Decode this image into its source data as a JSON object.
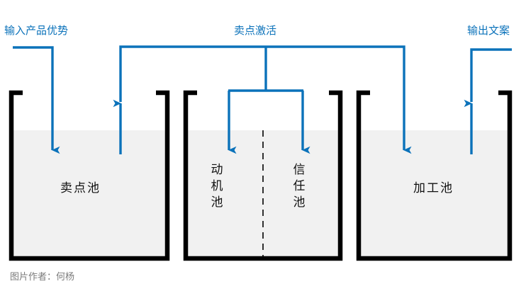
{
  "diagram": {
    "title_hidden": "",
    "accent_color": "#0b72ba",
    "tank_stroke_color": "#000000",
    "tank_fill_color": "#f1f1f1",
    "credit_color": "#7b7b7b",
    "flow_labels": {
      "input": "输入产品优势",
      "activate": "卖点激活",
      "output": "输出文案"
    },
    "tanks": [
      {
        "id": "selling-point-pool",
        "label": "卖点池",
        "orientation": "horizontal"
      },
      {
        "id": "motivation-pool",
        "label": "动机池",
        "orientation": "vertical",
        "chars": [
          "动",
          "机",
          "池"
        ]
      },
      {
        "id": "trust-pool",
        "label": "信任池",
        "orientation": "vertical",
        "chars": [
          "信",
          "任",
          "池"
        ]
      },
      {
        "id": "processing-pool",
        "label": "加工池",
        "orientation": "horizontal"
      }
    ],
    "credit": "图片作者：何杨"
  }
}
